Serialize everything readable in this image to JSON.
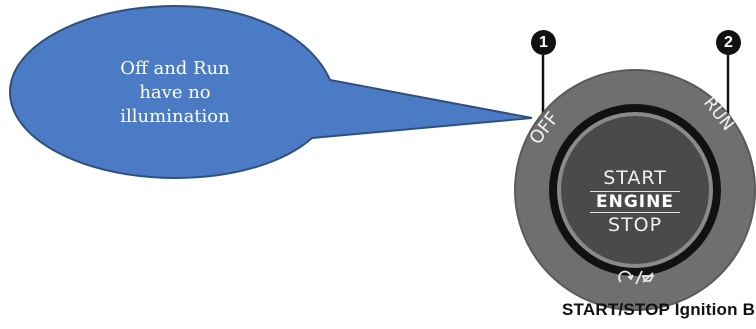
{
  "callout": {
    "text_line1": "Off and Run",
    "text_line2": "have no",
    "text_line3": "illumination",
    "fill_color": "#4b7bc4",
    "stroke_color": "#2f4f7f"
  },
  "badges": [
    {
      "number": "1"
    },
    {
      "number": "2"
    }
  ],
  "button": {
    "label_off": "OFF",
    "label_run": "RUN",
    "label_start": "START",
    "label_engine": "ENGINE",
    "label_stop": "STOP",
    "bottom_icon": "auto-stop-start-icon",
    "ring_color": "#6f6f6f",
    "center_color": "#4a4a4a"
  },
  "caption": "START/STOP Ignition Button"
}
